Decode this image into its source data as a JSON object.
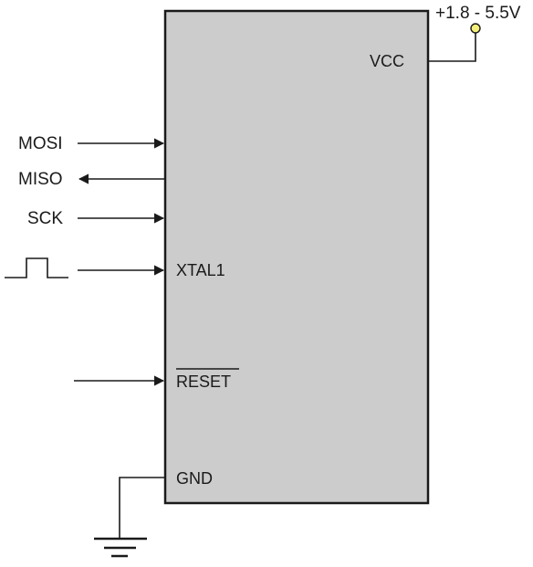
{
  "chip": {
    "fill_color": "#cccccc",
    "border_color": "#1a1a1a"
  },
  "power": {
    "supply_label": "+1.8 - 5.5V",
    "vcc_pin": "VCC",
    "terminal_color": "#f5f07a"
  },
  "signals": {
    "mosi": "MOSI",
    "miso": "MISO",
    "sck": "SCK"
  },
  "pins": {
    "xtal1": "XTAL1",
    "reset": "RESET",
    "gnd": "GND"
  }
}
